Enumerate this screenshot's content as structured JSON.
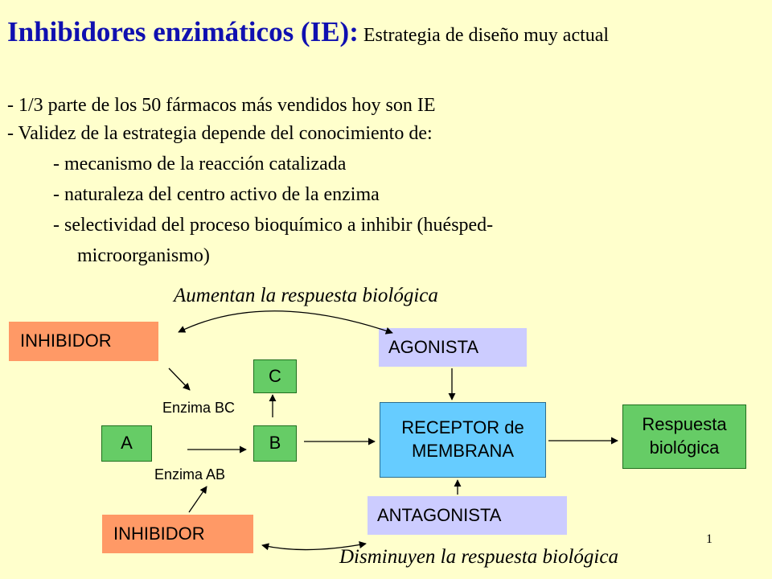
{
  "title": {
    "main": "Inhibidores enzimáticos (IE):",
    "sub": " Estrategia de diseño muy actual"
  },
  "bullets": [
    "- 1/3 parte de los 50 fármacos más vendidos hoy son IE",
    "- Validez de la estrategia depende del conocimiento de:",
    "-  mecanismo  de la reacción catalizada",
    "-  naturaleza del centro activo de la enzima",
    "-  selectividad del proceso bioquímico a inhibir (huésped-",
    "microorganismo)"
  ],
  "diagram": {
    "top_label": "Aumentan la respuesta biológica",
    "bottom_label": "Disminuyen la respuesta biológica",
    "inhibitor_top": "INHIBIDOR",
    "inhibitor_bottom": "INHIBIDOR",
    "agonist": "AGONISTA",
    "antagonist": "ANTAGONISTA",
    "node_a": "A",
    "node_b": "B",
    "node_c": "C",
    "enzyme_bc": "Enzima BC",
    "enzyme_ab": "Enzima AB",
    "receptor_line1": "RECEPTOR de",
    "receptor_line2": "MEMBRANA",
    "response_line1": "Respuesta",
    "response_line2": "biológica"
  },
  "page_number": "1",
  "colors": {
    "background": "#FFFFCC",
    "title": "#1010B0",
    "inhibitor": "#FF9966",
    "agonist": "#CCCCFF",
    "nodes": "#66CC66",
    "receptor": "#66CCFF"
  }
}
